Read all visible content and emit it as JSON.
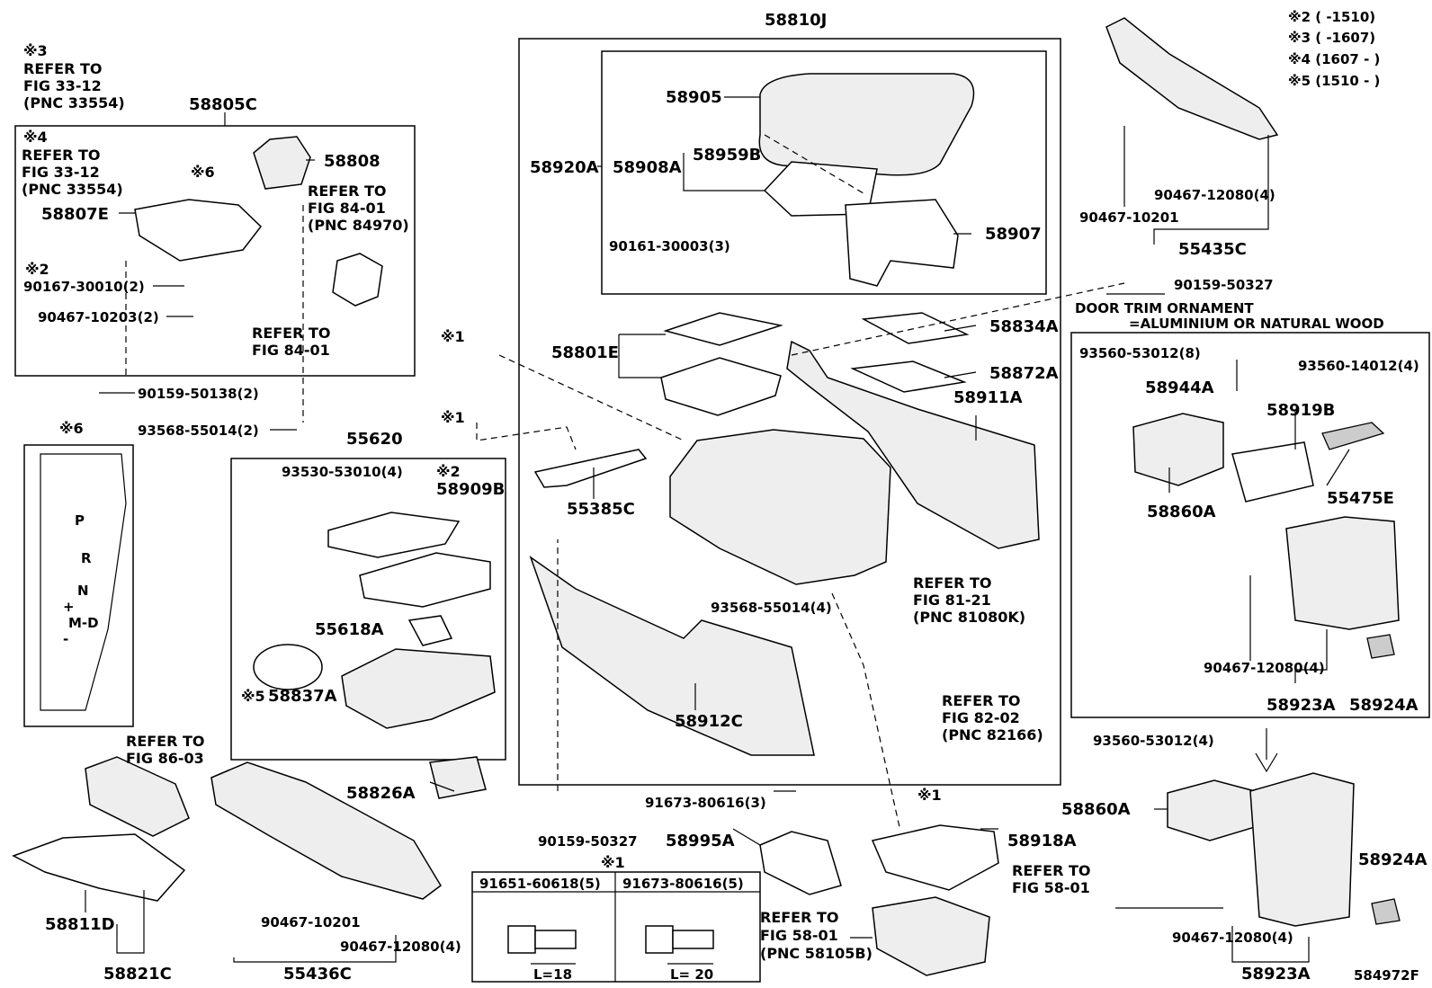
{
  "header_notes": [
    "※2 (     -1510)",
    "※3 (     -1607)",
    "※4 (1607 -     )",
    "※5 (1510 -     )"
  ],
  "figure_code": "584972F",
  "note_labels": {
    "n1a": "※1",
    "n1b": "※1",
    "n1c": "※1",
    "n1d": "※1",
    "n2a": "※2",
    "n2b": "※2",
    "n3": "※3",
    "n4": "※4",
    "n5": "※5",
    "n6a": "※6",
    "n6b": "※6"
  },
  "refer_notes": {
    "r1": [
      "REFER TO",
      "FIG 33-12",
      "(PNC 33554)"
    ],
    "r2": [
      "REFER TO",
      "FIG 33-12",
      "(PNC 33554)"
    ],
    "r3": [
      "REFER TO",
      "FIG 84-01",
      "(PNC 84970)"
    ],
    "r4": [
      "REFER TO",
      "FIG 84-01"
    ],
    "r5": [
      "REFER TO",
      "FIG 81-21",
      "(PNC 81080K)"
    ],
    "r6": [
      "REFER TO",
      "FIG 82-02",
      "(PNC 82166)"
    ],
    "r7": [
      "REFER TO",
      "FIG 86-03"
    ],
    "r8": [
      "REFER TO",
      "FIG 58-01"
    ],
    "r9": [
      "REFER TO",
      "FIG 58-01",
      "(PNC 58105B)"
    ]
  },
  "ornament_note": [
    "DOOR TRIM ORNAMENT",
    "=ALUMINIUM OR NATURAL WOOD"
  ],
  "gear_letters": [
    "P",
    "R",
    "N",
    "+",
    "M-D",
    "-"
  ],
  "bolt_table": {
    "label_1": "91651-60618(5)",
    "label_2": "91673-80616(5)",
    "length_1": "L=18",
    "length_2": "L= 20"
  },
  "parts": {
    "p58810J": "58810J",
    "p58905": "58905",
    "p58920A": "58920A",
    "p58908A": "58908A",
    "p58959B": "58959B",
    "p90161": "90161-30003(3)",
    "p58907": "58907",
    "p58801E": "58801E",
    "p58834A": "58834A",
    "p58872A": "58872A",
    "p58911A": "58911A",
    "p55385C": "55385C",
    "p93568b": "93568-55014(4)",
    "p58912C": "58912C",
    "p90159b": "90159-50327",
    "p91673": "91673-80616(3)",
    "p58995A": "58995A",
    "p58918A": "58918A",
    "p58805C": "58805C",
    "p58808": "58808",
    "p58807E": "58807E",
    "p90167": "90167-30010(2)",
    "p90467a": "90467-10203(2)",
    "p90159a": "90159-50138(2)",
    "p93568a": "93568-55014(2)",
    "p55620": "55620",
    "p93530": "93530-53010(4)",
    "p58909B": "58909B",
    "p55618A": "55618A",
    "p58837A": "58837A",
    "p58826A": "58826A",
    "p58811D": "58811D",
    "p58821C": "58821C",
    "p90467b": "90467-10201",
    "p90467c": "90467-12080(4)",
    "p55436C": "55436C",
    "p90467d": "90467-12080(4)",
    "p90467e": "90467-10201",
    "p55435C": "55435C",
    "p90159c": "90159-50327",
    "p93560a": "93560-53012(8)",
    "p58944A": "58944A",
    "p93560b": "93560-14012(4)",
    "p58919B": "58919B",
    "p58860A": "58860A",
    "p55475E": "55475E",
    "p90467f": "90467-12080(4)",
    "p58923A": "58923A",
    "p58924A": "58924A",
    "p93560c": "93560-53012(4)",
    "p58860Ab": "58860A",
    "p58924Ab": "58924A",
    "p90467g": "90467-12080(4)",
    "p58923Ab": "58923A"
  }
}
